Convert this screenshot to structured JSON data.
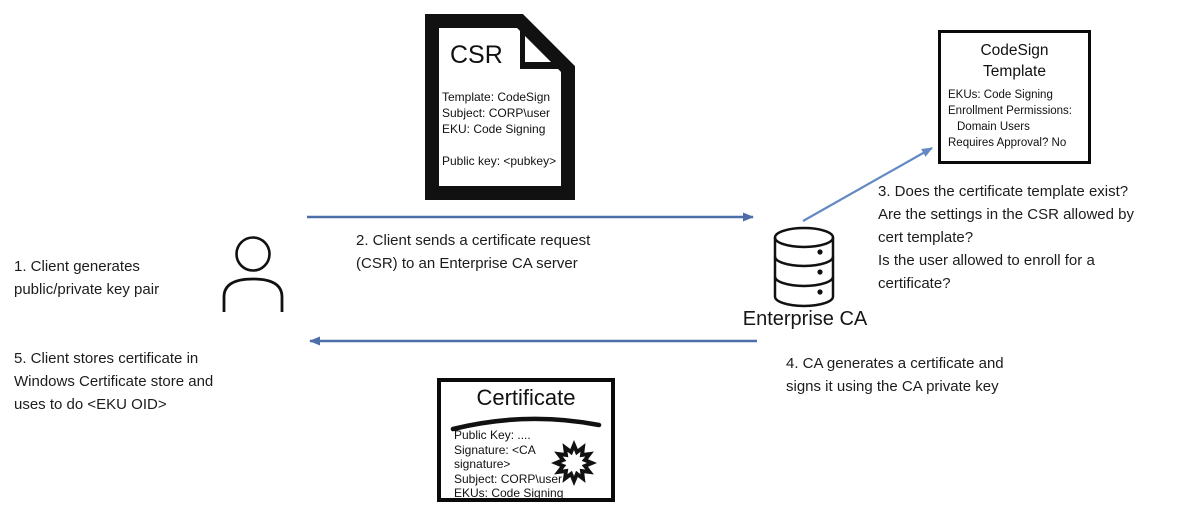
{
  "colors": {
    "ink": "#111111",
    "arrow_dark": "#4d6fa7",
    "arrow_light": "#6389c5"
  },
  "csr_doc": {
    "title": "CSR",
    "body": "Template: CodeSign\nSubject: CORP\\user\nEKU: Code Signing\n\nPublic key: <pubkey>"
  },
  "template_box": {
    "title": "CodeSign\nTemplate",
    "lines": [
      "EKUs: Code Signing",
      "Enrollment Permissions:",
      "Domain Users",
      "Requires Approval? No"
    ]
  },
  "enterprise_ca": {
    "label": "Enterprise CA"
  },
  "certificate_box": {
    "title": "Certificate",
    "body": "Public Key: ....\nSignature: <CA\nsignature>\nSubject: CORP\\user\nEKUs: Code Signing"
  },
  "steps": {
    "step1": "1. Client generates\npublic/private key pair",
    "step2": "2. Client sends a certificate request\n(CSR) to an Enterprise CA server",
    "step3": "3. Does the certificate template exist?\nAre the settings in the CSR allowed by\ncert template?\nIs the user allowed to enroll for a\ncertificate?",
    "step4": "4. CA generates a certificate and\nsigns it using the CA private key",
    "step5": "5. Client stores certificate in\nWindows Certificate store and\nuses to do <EKU OID>"
  }
}
